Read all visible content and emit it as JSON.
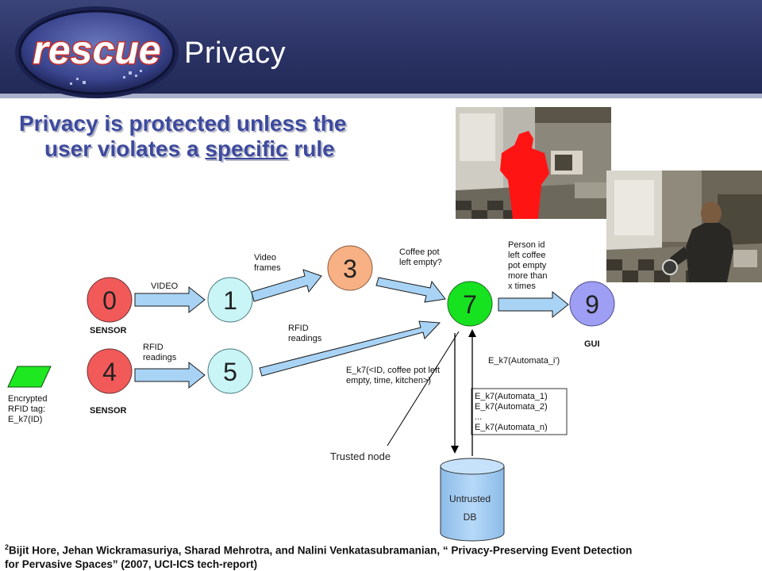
{
  "header": {
    "logo_text": "rescue",
    "title": "Privacy"
  },
  "subtitle": {
    "line1": "Privacy is protected unless the",
    "line2_prefix": "user violates a ",
    "line2_emph": "specific",
    "line2_suffix": " rule"
  },
  "nodes": {
    "n0": "0",
    "n1": "1",
    "n3": "3",
    "n4": "4",
    "n5": "5",
    "n7": "7",
    "n9": "9"
  },
  "labels": {
    "sensor_a": "SENSOR",
    "sensor_b": "SENSOR",
    "gui": "GUI",
    "video": "VIDEO",
    "video_frames_1": "Video",
    "video_frames_2": "frames",
    "coffee_1": "Coffee pot",
    "coffee_2": "left empty?",
    "person_1": "Person id",
    "person_2": "left coffee",
    "person_3": "pot empty",
    "person_4": "more than",
    "person_5": "x times",
    "rfid_readings_a1": "RFID",
    "rfid_readings_a2": "readings",
    "rfid_readings_b1": "RFID",
    "rfid_readings_b2": "readings",
    "enc_1": "E_k7(<ID, coffee pot left",
    "enc_2": "empty, time, kitchen>)",
    "automata_i": "E_k7(Automata_i')",
    "box_1": "E_k7(Automata_1)",
    "box_2": "E_k7(Automata_2)",
    "box_3": "...",
    "box_4": "E_k7(Automata_n)",
    "tag_1": "Encrypted",
    "tag_2": "RFID tag:",
    "tag_3": "E_k7(ID)",
    "trusted_node": "Trusted node",
    "db_1": "Untrusted",
    "db_2": "DB"
  },
  "colors": {
    "node_red": "#f25a5a",
    "node_cyan": "#c9f5f7",
    "node_orange": "#f8b184",
    "node_green": "#16e21f",
    "node_purple": "#9e9ef4",
    "arrow_fill": "#a8d3f5",
    "db_fill": "#a9d0f5",
    "tag_fill": "#1ee820",
    "subtitle": "#3d4a9e",
    "header": "#2a3264"
  },
  "footnote": {
    "sup": "2",
    "text1": "Bijit Hore, Jehan Wickramasuriya, Sharad Mehrotra, and Nalini Venkatasubramanian, “ Privacy-Preserving Event Detection",
    "text2": "for Pervasive Spaces” (2007, UCI-ICS tech-report)"
  }
}
